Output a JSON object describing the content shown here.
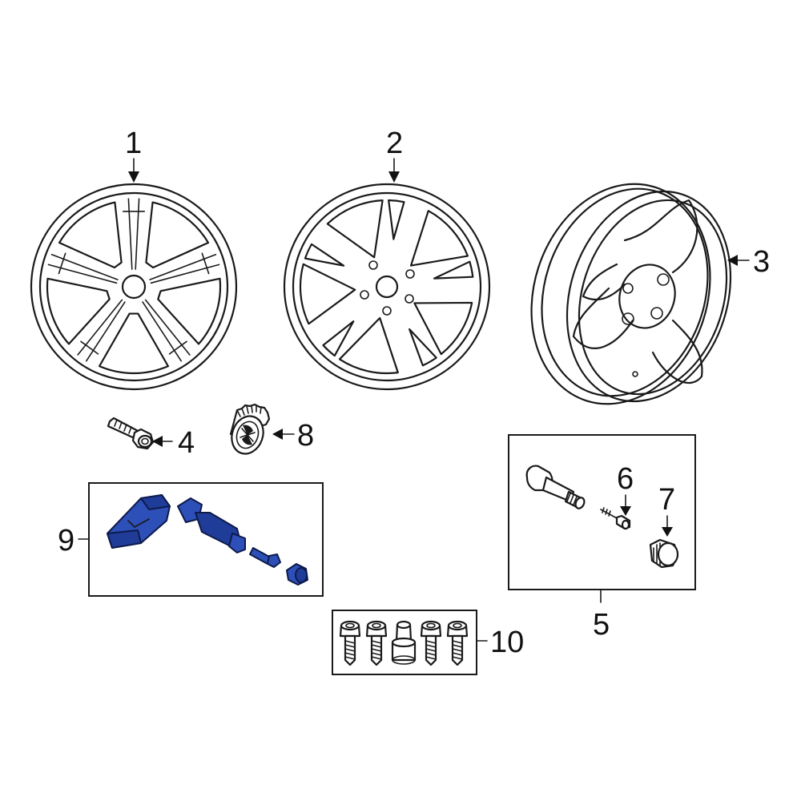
{
  "callouts": {
    "c1": "1",
    "c2": "2",
    "c3": "3",
    "c4": "4",
    "c5": "5",
    "c6": "6",
    "c7": "7",
    "c8": "8",
    "c9": "9",
    "c10": "10"
  },
  "parts": [
    {
      "callout": "1",
      "icon": "wheel-5-double-spoke-icon"
    },
    {
      "callout": "2",
      "icon": "wheel-v-spoke-icon"
    },
    {
      "callout": "3",
      "icon": "spare-wheel-icon"
    },
    {
      "callout": "4",
      "icon": "bolt-icon"
    },
    {
      "callout": "5",
      "icon": "valve-stem-kit-icon"
    },
    {
      "callout": "6",
      "icon": "valve-core-icon"
    },
    {
      "callout": "7",
      "icon": "valve-cap-icon"
    },
    {
      "callout": "8",
      "icon": "center-cap-emblem-icon"
    },
    {
      "callout": "9",
      "icon": "tpms-sensor-icon"
    },
    {
      "callout": "10",
      "icon": "lug-bolt-set-icon"
    }
  ],
  "colors": {
    "highlight": "#2d4fb8",
    "line": "#1a1a1a",
    "background": "#ffffff"
  }
}
